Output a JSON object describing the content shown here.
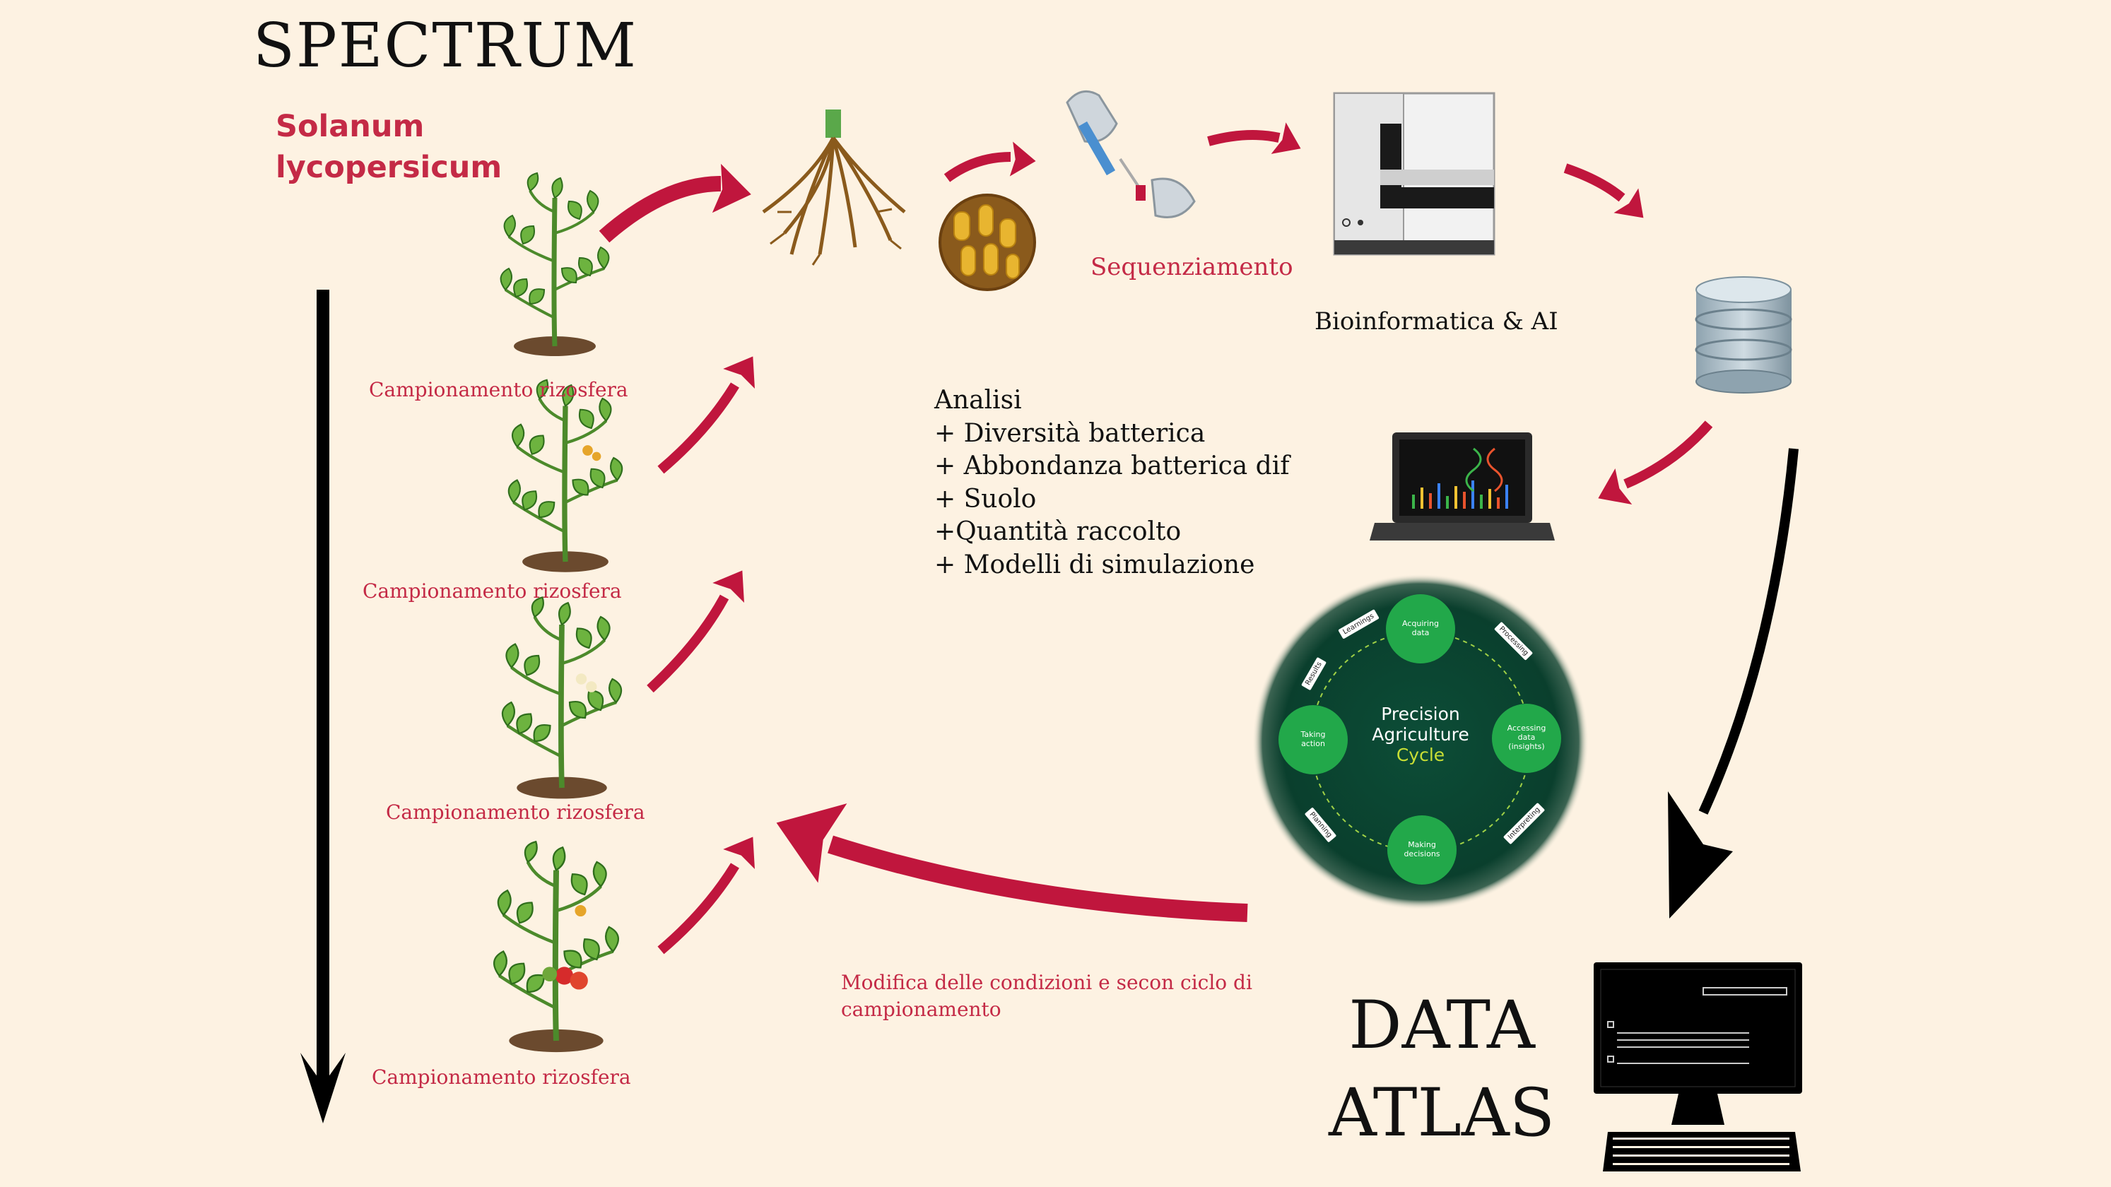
{
  "title": "SPECTRUM",
  "species": [
    "Solanum",
    "lycopersicum"
  ],
  "sampling_labels": [
    "Campionamento rizosfera",
    "Campionamento rizosfera",
    "Campionamento rizosfera",
    "Campionamento rizosfera"
  ],
  "sequencing_label": "Sequenziamento",
  "bioinformatics_label": "Bioinformatica & AI",
  "analysis": {
    "heading": "Analisi",
    "items": [
      "+ Diversità batterica",
      "+ Abbondanza batterica dif",
      "+ Suolo",
      "+Quantità raccolto",
      "+ Modelli di simulazione"
    ]
  },
  "cycle": {
    "center": [
      "Precision",
      "Agriculture"
    ],
    "center_accent": "Cycle",
    "stages": {
      "top": [
        "Acquiring",
        "data"
      ],
      "right": [
        "Accessing",
        "data",
        "(insights)"
      ],
      "bottom": [
        "Making",
        "decisions"
      ],
      "left": [
        "Taking",
        "action"
      ]
    },
    "links": [
      "Learnings",
      "Processing",
      "Interpreting",
      "Planning",
      "Results"
    ]
  },
  "modify_note": "Modifica delle condizioni e secon ciclo di campionamento",
  "data_atlas": [
    "DATA",
    "ATLAS"
  ],
  "colors": {
    "background": "#fdf2e2",
    "accent_red": "#c42a46",
    "arrow_red": "#c0163d",
    "cycle_green": "#0b4a34",
    "stage_green": "#22a84a",
    "cycle_accent": "#c9df35"
  }
}
